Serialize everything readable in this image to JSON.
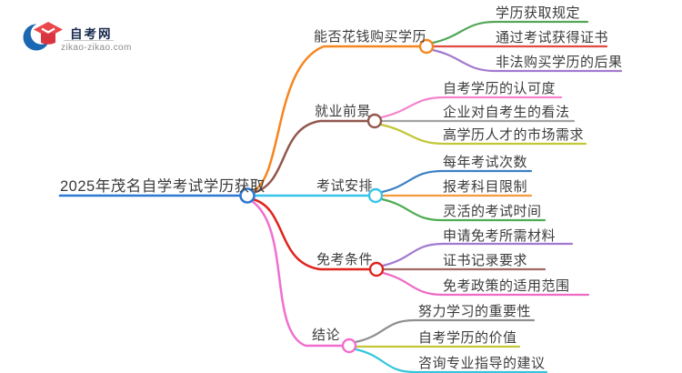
{
  "logo": {
    "site_name": "自考网",
    "site_url": "zikao-zikao.com"
  },
  "root": {
    "label": "2025年茂名自学考试学历获取",
    "color": "#2e78d2"
  },
  "branches": [
    {
      "label": "能否花钱购买学历",
      "color": "#f5861f",
      "children": [
        {
          "label": "学历获取规定",
          "color": "#53a757"
        },
        {
          "label": "通过考试获得证书",
          "color": "#e04b42"
        },
        {
          "label": "非法购买学历的后果",
          "color": "#a279ce"
        }
      ]
    },
    {
      "label": "就业前景",
      "color": "#91574d",
      "children": [
        {
          "label": "自考学历的认可度",
          "color": "#f584cb"
        },
        {
          "label": "企业对自考生的看法",
          "color": "#a2a2a2"
        },
        {
          "label": "高学历人才的市场需求",
          "color": "#c1c737"
        }
      ]
    },
    {
      "label": "考试安排",
      "color": "#38c4e8",
      "children": [
        {
          "label": "每年考试次数",
          "color": "#3d80c2"
        },
        {
          "label": "报考科目限制",
          "color": "#f69a3d"
        },
        {
          "label": "灵活的考试时间",
          "color": "#4ead52"
        }
      ]
    },
    {
      "label": "免考条件",
      "color": "#df231d",
      "children": [
        {
          "label": "申请免考所需材料",
          "color": "#a279ce"
        },
        {
          "label": "证书记录要求",
          "color": "#a06b65"
        },
        {
          "label": "免考政策的适用范围",
          "color": "#ef6bc5"
        }
      ]
    },
    {
      "label": "结论",
      "color": "#f16ecf",
      "children": [
        {
          "label": "努力学习的重要性",
          "color": "#8f8f8f"
        },
        {
          "label": "自考学历的价值",
          "color": "#c1c737"
        },
        {
          "label": "咨询专业指导的建议",
          "color": "#35c6da"
        }
      ]
    }
  ]
}
